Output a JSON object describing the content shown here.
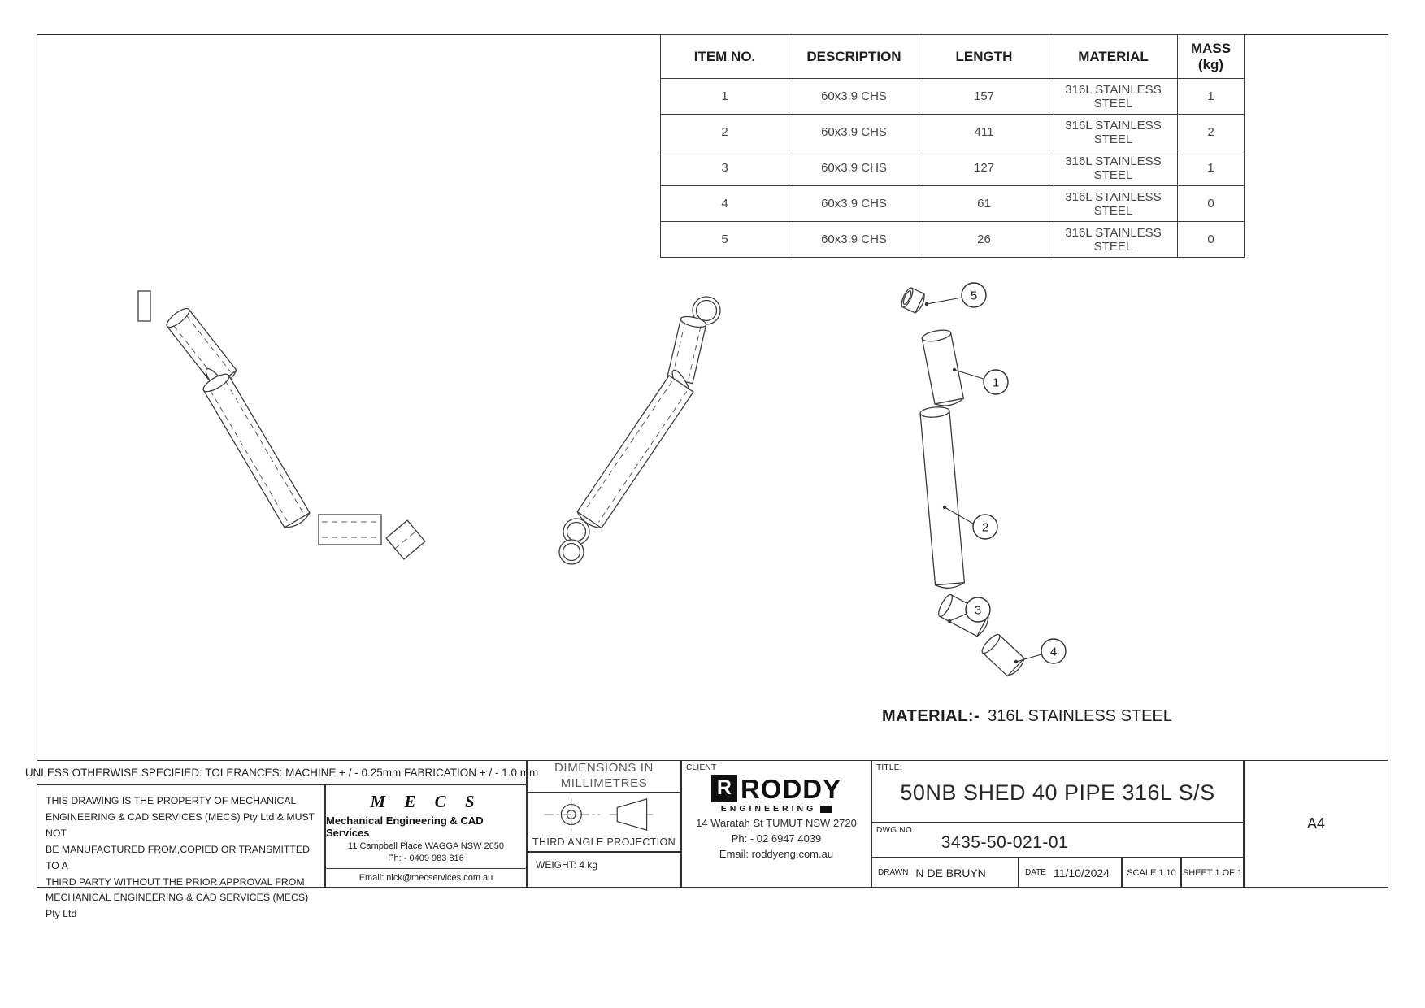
{
  "note": {
    "label": "MATERIAL:-",
    "value": "316L STAINLESS STEEL"
  },
  "bom": {
    "headers": {
      "item": "ITEM NO.",
      "description": "DESCRIPTION",
      "length": "LENGTH",
      "material": "MATERIAL",
      "mass": "MASS (kg)"
    },
    "rows": [
      {
        "item": "1",
        "description": "60x3.9 CHS",
        "length": "157",
        "material": "316L STAINLESS STEEL",
        "mass": "1"
      },
      {
        "item": "2",
        "description": "60x3.9 CHS",
        "length": "411",
        "material": "316L STAINLESS STEEL",
        "mass": "2"
      },
      {
        "item": "3",
        "description": "60x3.9 CHS",
        "length": "127",
        "material": "316L STAINLESS STEEL",
        "mass": "1"
      },
      {
        "item": "4",
        "description": "60x3.9 CHS",
        "length": "61",
        "material": "316L STAINLESS STEEL",
        "mass": "0"
      },
      {
        "item": "5",
        "description": "60x3.9 CHS",
        "length": "26",
        "material": "316L STAINLESS STEEL",
        "mass": "0"
      }
    ]
  },
  "balloons": [
    "5",
    "1",
    "2",
    "3",
    "4"
  ],
  "titleblock": {
    "tolerances": "UNLESS OTHERWISE SPECIFIED: TOLERANCES: MACHINE + / - 0.25mm  FABRICATION + / - 1.0 mm",
    "property_lines": [
      "THIS DRAWING IS THE PROPERTY OF MECHANICAL",
      "ENGINEERING & CAD SERVICES (MECS) Pty Ltd & MUST NOT",
      "BE MANUFACTURED FROM,COPIED OR TRANSMITTED TO A",
      "THIRD PARTY WITHOUT THE PRIOR APPROVAL FROM",
      "MECHANICAL ENGINEERING & CAD SERVICES (MECS) Pty Ltd"
    ],
    "mecs": {
      "logo": "M E C S",
      "name": "Mechanical Engineering & CAD Services",
      "address": "11 Campbell Place WAGGA NSW 2650",
      "phone": "Ph: - 0409 983 816",
      "email": "Email: nick@mecservices.com.au"
    },
    "dims_line1": "DIMENSIONS IN",
    "dims_line2": "MILLIMETRES",
    "projection": "THIRD ANGLE PROJECTION",
    "weight": "WEIGHT: 4 kg",
    "client_label": "CLIENT",
    "client": {
      "logo_r": "R",
      "logo_name": "RODDY",
      "logo_sub": "ENGINEERING",
      "address": "14 Waratah St TUMUT NSW 2720",
      "phone": "Ph: - 02 6947 4039",
      "email": "Email: roddyeng.com.au"
    },
    "title_label": "TITLE:",
    "title": "50NB SHED 40 PIPE 316L S/S",
    "dwg_label": "DWG NO.",
    "dwg_no": "3435-50-021-01",
    "paper": "A4",
    "drawn_label": "DRAWN",
    "drawn": "N DE BRUYN",
    "date_label": "DATE",
    "date": "11/10/2024",
    "scale": "SCALE:1:10",
    "sheet": "SHEET 1 OF 1"
  }
}
